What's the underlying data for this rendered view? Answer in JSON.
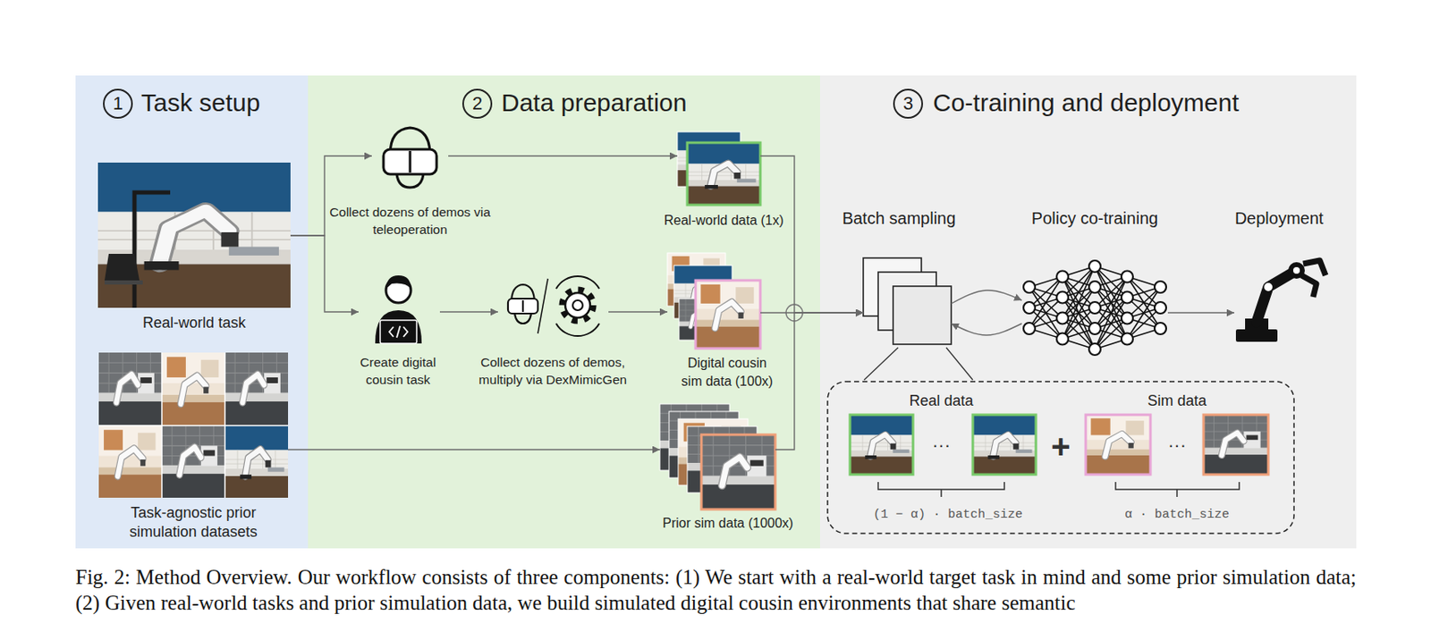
{
  "diagram": {
    "caption": "Fig. 2: Method Overview. Our workflow consists of three components: (1) We start with a real-world target task in mind and some prior simulation data; (2) Given real-world tasks and prior simulation data, we build simulated digital cousin environments that share semantic",
    "nodes": [
      {
        "text": [
          "1",
          "Task setup"
        ]
      },
      {
        "text": [
          "Real-world task"
        ],
        "in": 0
      },
      {
        "text": [
          "Task-agnostic prior simulation datasets"
        ],
        "in": 0
      },
      {
        "text": [
          "2",
          "Data preparation"
        ]
      },
      {
        "text": [
          "Collect dozens of demos via teleoperation"
        ],
        "in": 3
      },
      {
        "text": [
          "Create digital cousin task"
        ],
        "in": 3
      },
      {
        "text": [
          "Collect dozens of demos, multiply via DexMimicGen"
        ],
        "in": 3
      },
      {
        "text": [
          "Real-world data (1x)"
        ],
        "in": 3
      },
      {
        "text": [
          "Digital cousin sim data (100x)"
        ],
        "in": 3
      },
      {
        "text": [
          "Prior sim data (1000x)"
        ],
        "in": 3
      },
      {
        "text": [
          "3",
          "Co-training and deployment"
        ]
      },
      {
        "text": [
          "Batch sampling"
        ],
        "in": 10
      },
      {
        "text": [
          "Policy co-training"
        ],
        "in": 10
      },
      {
        "text": [
          "Deployment"
        ],
        "in": 10
      },
      {
        "text": [
          "Real data",
          "(1 − α) · batch_size"
        ],
        "in": 10
      },
      {
        "text": [
          "Sim data",
          "α · batch_size"
        ],
        "in": 10
      }
    ],
    "edges": [
      {
        "from": 1,
        "to": 4,
        "arrow": "to"
      },
      {
        "from": 1,
        "to": 5,
        "arrow": "to"
      },
      {
        "from": 4,
        "to": 7,
        "arrow": "to"
      },
      {
        "from": 5,
        "to": 6,
        "arrow": "to"
      },
      {
        "from": 6,
        "to": 8,
        "arrow": "to"
      },
      {
        "from": 2,
        "to": 9,
        "arrow": "to"
      },
      {
        "from": 7,
        "to": 11,
        "arrow": "to"
      },
      {
        "from": 8,
        "to": 11,
        "arrow": "to"
      },
      {
        "from": 9,
        "to": 11,
        "arrow": "to"
      },
      {
        "from": 11,
        "to": 12,
        "arrow": "to"
      },
      {
        "from": 12,
        "to": 11,
        "arrow": "to"
      },
      {
        "from": 12,
        "to": 13,
        "arrow": "to"
      }
    ],
    "labels": [
      "···",
      "+",
      "···"
    ]
  }
}
